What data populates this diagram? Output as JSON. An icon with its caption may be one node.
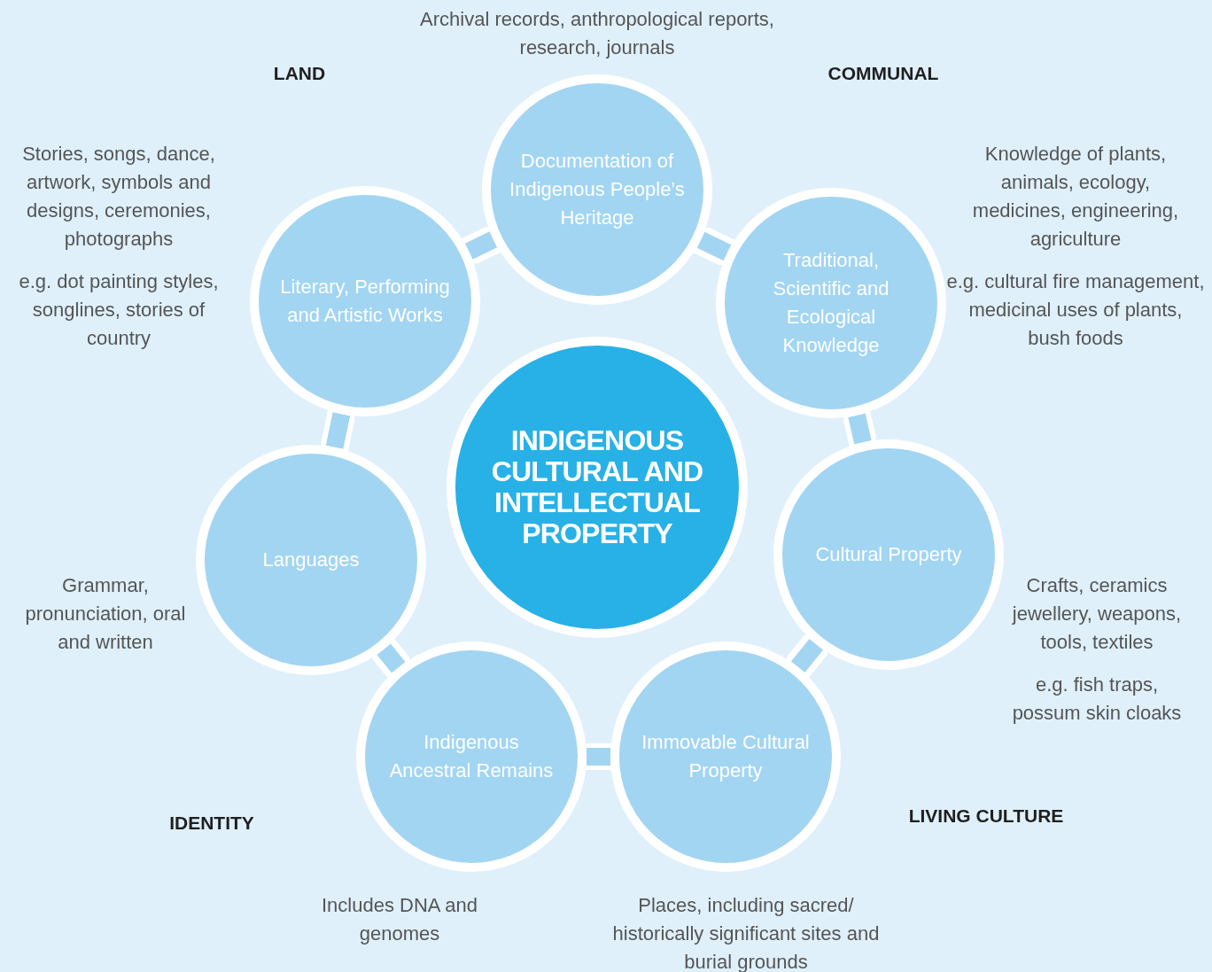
{
  "diagram": {
    "nodes": [
      {
        "text": [
          "Documentation of Indigenous People’s Heritage"
        ],
        "beside": [
          "Archival records, anthropological reports, research, journals"
        ]
      },
      {
        "text": [
          "Literary, Performing and Artistic Works"
        ],
        "beside": [
          "Stories, songs, dance, artwork, symbols and designs, ceremonies, photographs",
          "e.g. dot painting styles, songlines, stories of country"
        ]
      },
      {
        "text": [
          "Traditional, Scientific and Ecological Knowledge"
        ],
        "beside": [
          "Knowledge of plants, animals, ecology, medicines, engineering, agriculture",
          "e.g. cultural fire management, medicinal uses of plants, bush foods"
        ]
      },
      {
        "text": [
          "INDIGENOUS CULTURAL AND INTELLECTUAL PROPERTY"
        ]
      },
      {
        "text": [
          "Cultural Property"
        ],
        "beside": [
          "Crafts, ceramics jewellery, weapons, tools, textiles",
          "e.g. fish traps, possum skin cloaks"
        ]
      },
      {
        "text": [
          "Languages"
        ],
        "beside": [
          "Grammar, pronunciation, oral and written"
        ]
      },
      {
        "text": [
          "Indigenous Ancestral Remains"
        ],
        "beside": [
          "Includes DNA and genomes"
        ]
      },
      {
        "text": [
          "Immovable Cultural Property"
        ],
        "beside": [
          "Places, including sacred/ historically significant sites and burial grounds"
        ]
      }
    ],
    "edges": [
      {
        "from": 0,
        "to": 2,
        "arrow": "none"
      },
      {
        "from": 2,
        "to": 4,
        "arrow": "none"
      },
      {
        "from": 4,
        "to": 7,
        "arrow": "none"
      },
      {
        "from": 7,
        "to": 6,
        "arrow": "none"
      },
      {
        "from": 6,
        "to": 5,
        "arrow": "none"
      },
      {
        "from": 5,
        "to": 1,
        "arrow": "none"
      },
      {
        "from": 1,
        "to": 0,
        "arrow": "none"
      }
    ],
    "labels": [
      "LAND",
      "COMMUNAL",
      "IDENTITY",
      "LIVING CULTURE"
    ]
  }
}
